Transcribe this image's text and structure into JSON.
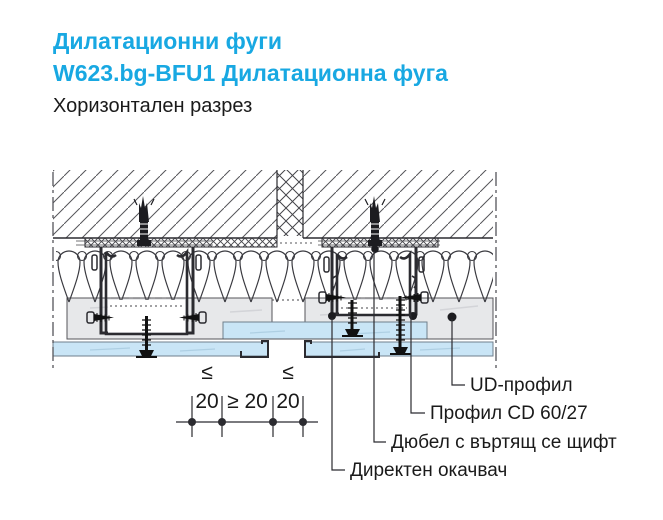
{
  "header": {
    "title_line1": "Дилатационни фуги",
    "title_line2": "W623.bg-BFU1 Дилатационна фуга",
    "subtitle": "Хоризонтален разрез"
  },
  "drawing": {
    "dimensions": {
      "seg1_upper": "≤",
      "seg1_lower": "20",
      "seg2": "≥ 20",
      "seg3_upper": "≤",
      "seg3_lower": "20"
    },
    "callouts": [
      {
        "id": "ud-profile",
        "text": "UD-профил"
      },
      {
        "id": "cd-profile",
        "text": "Профил CD 60/27"
      },
      {
        "id": "dowel",
        "text": "Дюбел с въртящ се щифт"
      },
      {
        "id": "direct-hanger",
        "text": "Директен окачвач"
      }
    ],
    "colors": {
      "accent_cyan": "#18A8E2",
      "board_blue": "#C9E5F6",
      "base_gray": "#E7E8EA",
      "line_dark": "#2B2B30"
    }
  }
}
